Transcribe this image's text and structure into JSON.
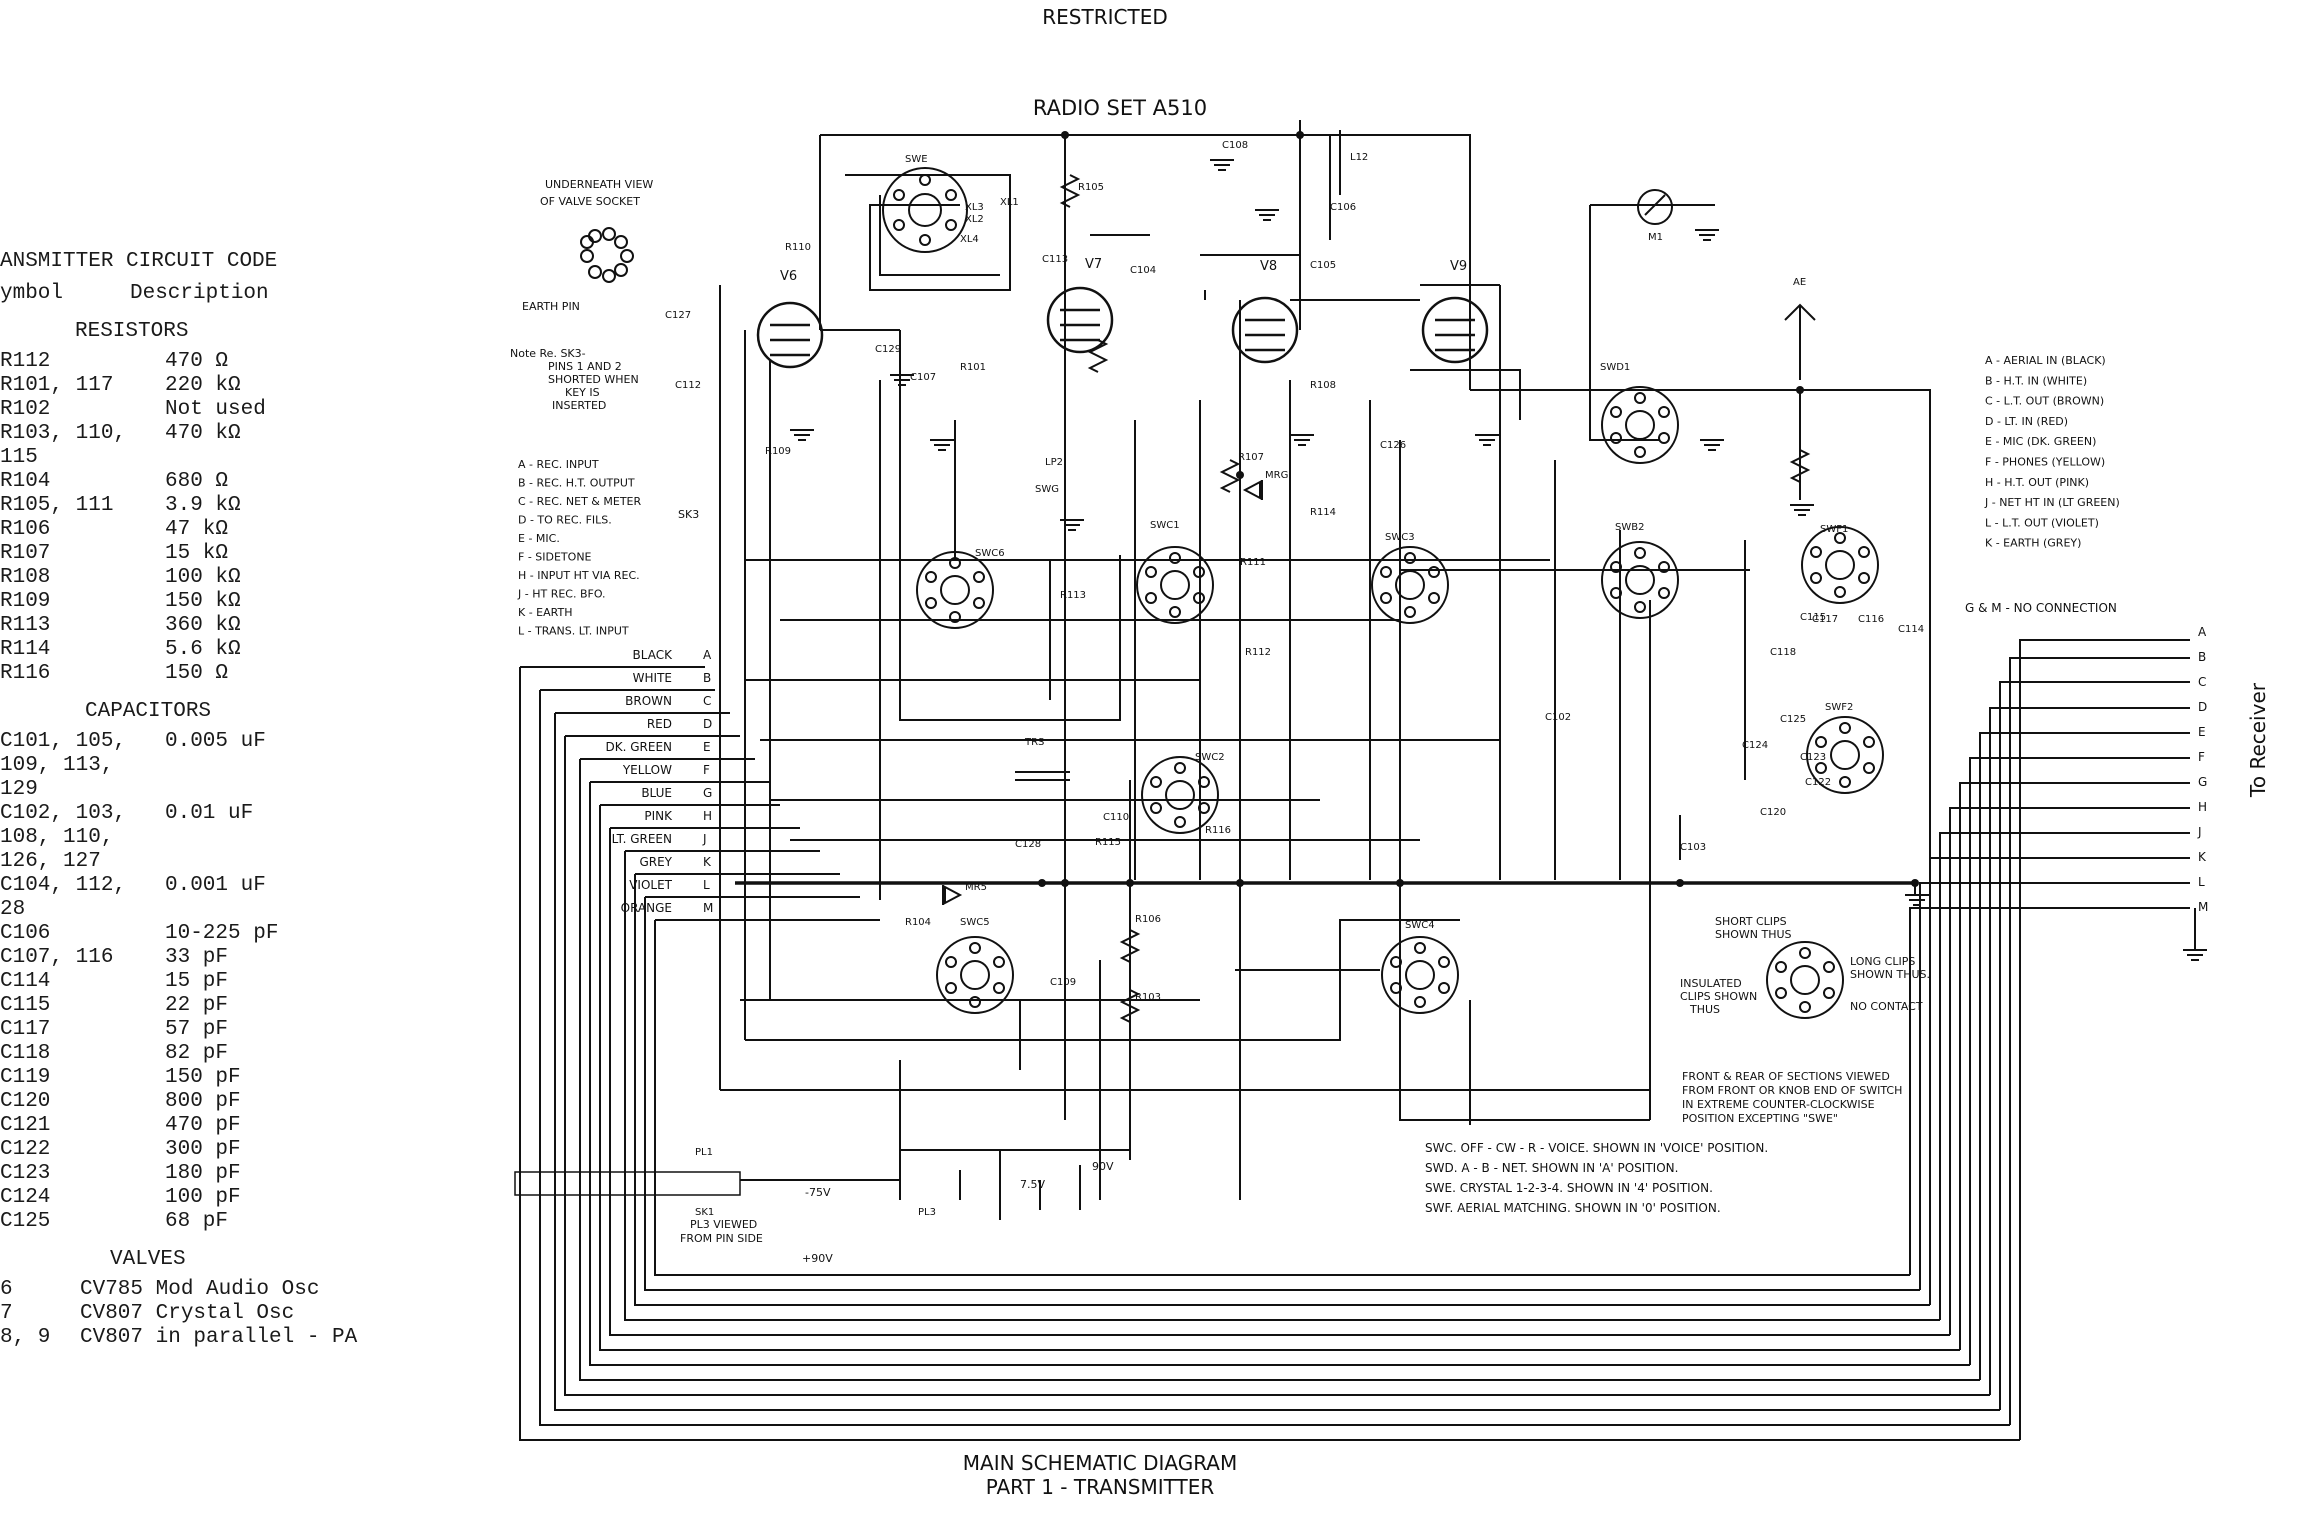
{
  "document": {
    "classification": "RESTRICTED",
    "title": "RADIO SET A510",
    "caption_line1": "MAIN SCHEMATIC DIAGRAM",
    "caption_line2": "PART 1 - TRANSMITTER",
    "side_label": "To Receiver"
  },
  "code_table": {
    "heading": "ANSMITTER CIRCUIT CODE",
    "col_symbol": "ymbol",
    "col_description": "Description",
    "resistors_heading": "RESISTORS",
    "resistors": [
      {
        "sym": "R112",
        "val": "470 Ω"
      },
      {
        "sym": "R101, 117",
        "val": "220 kΩ"
      },
      {
        "sym": "R102",
        "val": "Not used"
      },
      {
        "sym": "R103, 110,",
        "val": "470 kΩ"
      },
      {
        "sym": " 115",
        "val": ""
      },
      {
        "sym": "R104",
        "val": "680 Ω"
      },
      {
        "sym": "R105, 111",
        "val": "3.9 kΩ"
      },
      {
        "sym": "R106",
        "val": "47 kΩ"
      },
      {
        "sym": "R107",
        "val": "15 kΩ"
      },
      {
        "sym": "R108",
        "val": "100 kΩ"
      },
      {
        "sym": "R109",
        "val": "150 kΩ"
      },
      {
        "sym": "R113",
        "val": "360 kΩ"
      },
      {
        "sym": "R114",
        "val": "5.6 kΩ"
      },
      {
        "sym": "R116",
        "val": "150 Ω"
      }
    ],
    "capacitors_heading": "CAPACITORS",
    "capacitors": [
      {
        "sym": "C101, 105,",
        "val": "0.005 uF"
      },
      {
        "sym": " 109, 113,",
        "val": ""
      },
      {
        "sym": " 129",
        "val": ""
      },
      {
        "sym": "C102, 103,",
        "val": "0.01 uF"
      },
      {
        "sym": " 108, 110,",
        "val": ""
      },
      {
        "sym": " 126, 127",
        "val": ""
      },
      {
        "sym": "C104, 112,",
        "val": "0.001 uF"
      },
      {
        "sym": " 28",
        "val": ""
      },
      {
        "sym": "C106",
        "val": "10-225 pF"
      },
      {
        "sym": "C107, 116",
        "val": "33 pF"
      },
      {
        "sym": "C114",
        "val": "15 pF"
      },
      {
        "sym": "C115",
        "val": "22 pF"
      },
      {
        "sym": "C117",
        "val": "57 pF"
      },
      {
        "sym": "C118",
        "val": "82 pF"
      },
      {
        "sym": "C119",
        "val": "150 pF"
      },
      {
        "sym": "C120",
        "val": "800 pF"
      },
      {
        "sym": "C121",
        "val": "470 pF"
      },
      {
        "sym": "C122",
        "val": "300 pF"
      },
      {
        "sym": "C123",
        "val": "180 pF"
      },
      {
        "sym": "C124",
        "val": "100 pF"
      },
      {
        "sym": "C125",
        "val": "68 pF"
      }
    ],
    "valves_heading": "VALVES",
    "valves": [
      {
        "sym": "6",
        "val": "CV785 Mod Audio Osc"
      },
      {
        "sym": "7",
        "val": "CV807 Crystal Osc"
      },
      {
        "sym": "8, 9",
        "val": "CV807 in parallel - PA"
      }
    ]
  },
  "diagram": {
    "valve_socket_note_1": "UNDERNEATH VIEW",
    "valve_socket_note_2": "OF VALVE SOCKET",
    "earth_pin": "EARTH PIN",
    "sk3_note_1": "Note Re. SK3-",
    "sk3_note_2": "PINS 1 AND 2",
    "sk3_note_3": "SHORTED WHEN",
    "sk3_note_4": "KEY IS",
    "sk3_note_5": "INSERTED",
    "sk3": "SK3",
    "sk3_pins": [
      "A - REC. INPUT",
      "B - REC. H.T. OUTPUT",
      "C - REC. NET & METER",
      "D - TO REC. FILS.",
      "E - MIC.",
      "F - SIDETONE",
      "H - INPUT HT VIA REC.",
      "J - HT REC. BFO.",
      "K - EARTH",
      "L - TRANS. LT. INPUT"
    ],
    "wire_colours": [
      {
        "name": "BLACK",
        "pin": "A"
      },
      {
        "name": "WHITE",
        "pin": "B"
      },
      {
        "name": "BROWN",
        "pin": "C"
      },
      {
        "name": "RED",
        "pin": "D"
      },
      {
        "name": "DK. GREEN",
        "pin": "E"
      },
      {
        "name": "YELLOW",
        "pin": "F"
      },
      {
        "name": "BLUE",
        "pin": "G"
      },
      {
        "name": "PINK",
        "pin": "H"
      },
      {
        "name": "LT. GREEN",
        "pin": "J"
      },
      {
        "name": "GREY",
        "pin": "K"
      },
      {
        "name": "VIOLET",
        "pin": "L"
      },
      {
        "name": "ORANGE",
        "pin": "M"
      }
    ],
    "legend_right": [
      "A - AERIAL IN (BLACK)",
      "B - H.T. IN (WHITE)",
      "C - L.T. OUT (BROWN)",
      "D - LT. IN (RED)",
      "E - MIC (DK. GREEN)",
      "F - PHONES (YELLOW)",
      "H - H.T. OUT (PINK)",
      "J - NET HT IN (LT GREEN)",
      "L - L.T. OUT (VIOLET)",
      "K - EARTH (GREY)"
    ],
    "no_connection_note": "G & M - NO CONNECTION",
    "receiver_pins": [
      "A",
      "B",
      "C",
      "D",
      "E",
      "F",
      "G",
      "H",
      "J",
      "K",
      "L",
      "M"
    ],
    "valves": [
      "V6",
      "V7",
      "V8",
      "V9"
    ],
    "switches": [
      "SWE",
      "SWC6",
      "SWC1",
      "SWC3",
      "SWB2",
      "SWD1",
      "SWF1",
      "SWF2",
      "SWC2",
      "SWC5",
      "SWC4"
    ],
    "components": [
      "R110",
      "R105",
      "XL1",
      "XL2",
      "XL3",
      "XL4",
      "C113",
      "C104",
      "C108",
      "L12",
      "C106",
      "C105",
      "C127",
      "C112",
      "R109",
      "C129",
      "C107",
      "R101",
      "LP2",
      "SWG",
      "R107",
      "MRG",
      "R114",
      "C126",
      "R111",
      "R113",
      "R112",
      "R108",
      "M1",
      "AE",
      "TRS",
      "C110",
      "C128",
      "R115",
      "R116",
      "MR5",
      "R104",
      "C109",
      "R106",
      "R103",
      "C102",
      "C103",
      "C118",
      "C115",
      "C117",
      "C116",
      "C114",
      "C125",
      "C124",
      "C123",
      "C122",
      "C120",
      "PL1",
      "SK1",
      "PL3"
    ],
    "clip_note": {
      "short_clips_1": "SHORT CLIPS",
      "short_clips_2": "SHOWN THUS",
      "long_clips_1": "LONG CLIPS",
      "long_clips_2": "SHOWN THUS.",
      "insulated_1": "INSULATED",
      "insulated_2": "CLIPS SHOWN",
      "insulated_3": "THUS",
      "no_contact": "NO CONTACT"
    },
    "front_rear_note": [
      "FRONT & REAR OF SECTIONS VIEWED",
      "FROM FRONT OR KNOB END OF SWITCH",
      "IN EXTREME COUNTER-CLOCKWISE",
      "POSITION EXCEPTING \"SWE\""
    ],
    "switch_positions": [
      "SWC.   OFF - CW - R - VOICE.  SHOWN IN 'VOICE' POSITION.",
      "SWD.   A - B - NET.   SHOWN IN 'A' POSITION.",
      "SWE.   CRYSTAL 1-2-3-4.  SHOWN IN '4' POSITION.",
      "SWF.   AERIAL MATCHING.  SHOWN IN '0' POSITION."
    ],
    "pl3_note_1": "PL3 VIEWED",
    "pl3_note_2": "FROM PIN SIDE",
    "voltages": [
      "-75V",
      "+90V",
      "90V",
      "7.5V"
    ]
  },
  "colors": {
    "ink": "#111111",
    "paper": "#ffffff"
  }
}
